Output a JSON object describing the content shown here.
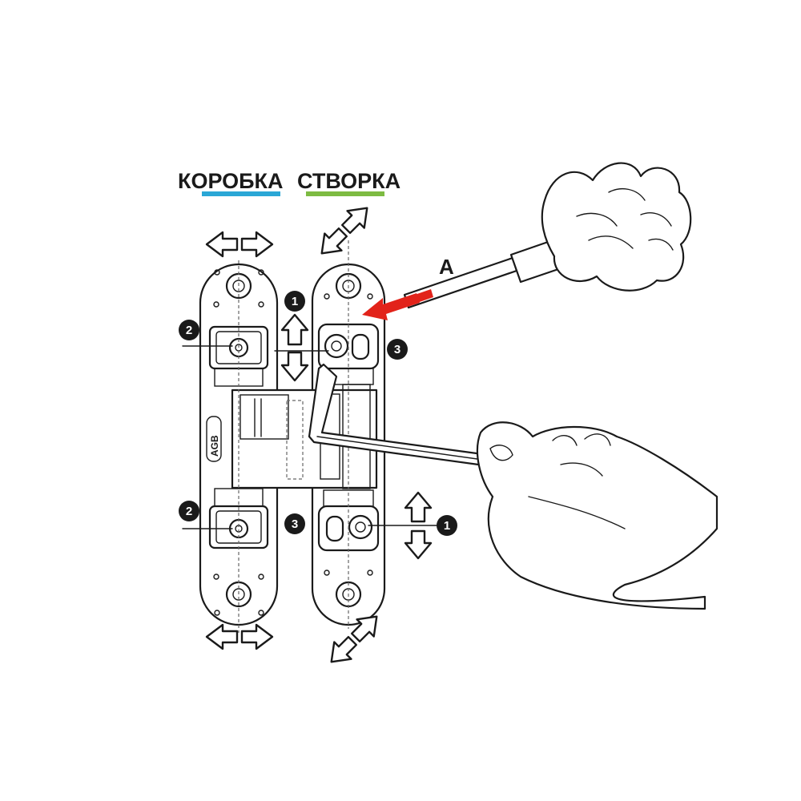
{
  "labels": {
    "frame": "КОРОБКА",
    "leaf": "СТВОРКА",
    "tool_marker": "A"
  },
  "callouts": {
    "one": "1",
    "two": "2",
    "three": "3"
  },
  "hinge_mark": "AGB",
  "colors": {
    "frame_underline": "#2aa7d6",
    "leaf_underline": "#7dbb42",
    "pointer_arrow": "#e2231a"
  },
  "icons": {
    "horizontal_adjust": "double-arrow-horizontal-icon",
    "vertical_adjust": "double-arrow-vertical-icon",
    "diagonal_adjust": "double-arrow-diagonal-icon",
    "screwdriver": "screwdriver-icon",
    "hex_key": "hex-key-icon",
    "hand": "hand-icon"
  }
}
